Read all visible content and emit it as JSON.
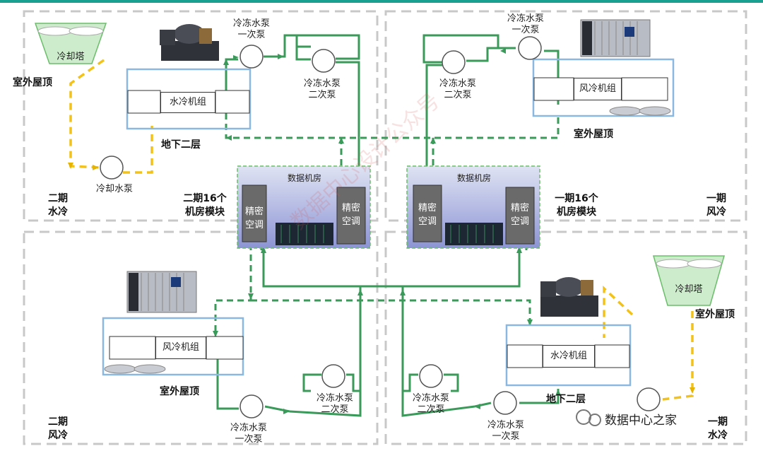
{
  "labels": {
    "outdoor_roof": "室外屋顶",
    "basement_2": "地下二层",
    "cooling_tower": "冷却塔",
    "cooling_pump": "冷却水泵",
    "chw_pump_primary": "冷冻水泵\n一次泵",
    "chw_pump_secondary": "冷冻水泵\n二次泵",
    "water_chiller": "水冷机组",
    "air_chiller": "风冷机组",
    "data_room": "数据机房",
    "crac": "精密\n空调",
    "phase2_modules": "二期16个\n机房模块",
    "phase1_modules": "一期16个\n机房模块",
    "phase2_water": "二期\n水冷",
    "phase1_air": "一期\n风冷",
    "phase2_air": "二期\n风冷",
    "phase1_water": "一期\n水冷"
  },
  "watermark": "数据中心设计公众号",
  "logo_text": "数据中心之家",
  "colors": {
    "water_loop": "#3a9a5a",
    "cooling_loop": "#f2c21a",
    "zone_border": "#c8c8c8",
    "unit_border": "#8ab8e0",
    "tower_fill": "#cdeccc",
    "accent_bar": "#1aa090"
  }
}
